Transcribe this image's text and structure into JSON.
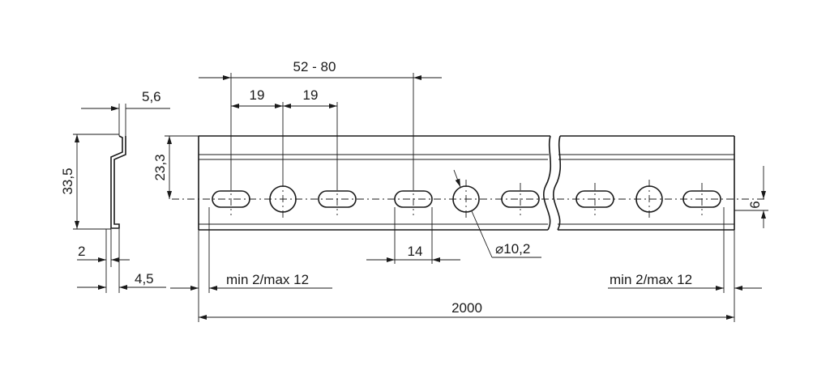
{
  "drawing": {
    "dimensions": {
      "width_overall": "52 - 80",
      "pitch_1": "19",
      "pitch_2": "19",
      "profile_top": "5,6",
      "profile_height": "33,5",
      "hole_height": "23,3",
      "edge_offset": "6",
      "slot_length": "14",
      "hole_diameter": "⌀10,2",
      "thickness": "2",
      "flange": "4,5",
      "end_left": "min 2/max 12",
      "end_right": "min 2/max 12",
      "length": "2000"
    }
  }
}
